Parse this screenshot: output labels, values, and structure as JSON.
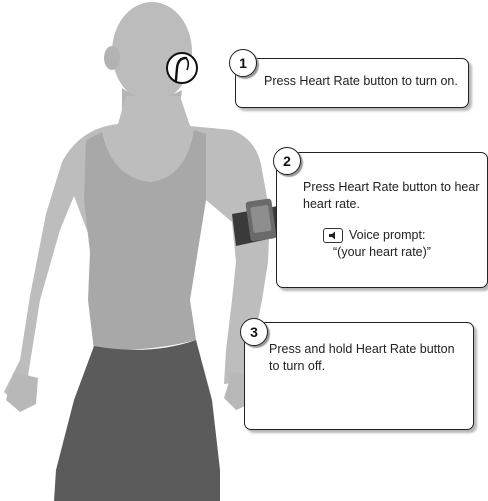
{
  "callouts": [
    {
      "number": "1",
      "text": "Press Heart Rate button to turn on."
    },
    {
      "number": "2",
      "text": "Press Heart Rate button to hear heart rate.",
      "prompt_label": "Voice prompt:",
      "prompt_value": "“(your heart rate)”"
    },
    {
      "number": "3",
      "text": "Press and hold Heart Rate button to turn off."
    }
  ],
  "icons": {
    "headset": "earpiece-headset-icon",
    "speaker": "speaker-icon"
  },
  "colors": {
    "body": "#bdbdbd",
    "shirt": "#a9a9a9",
    "shorts": "#5b5b5b",
    "armband": "#3c3c3c"
  }
}
